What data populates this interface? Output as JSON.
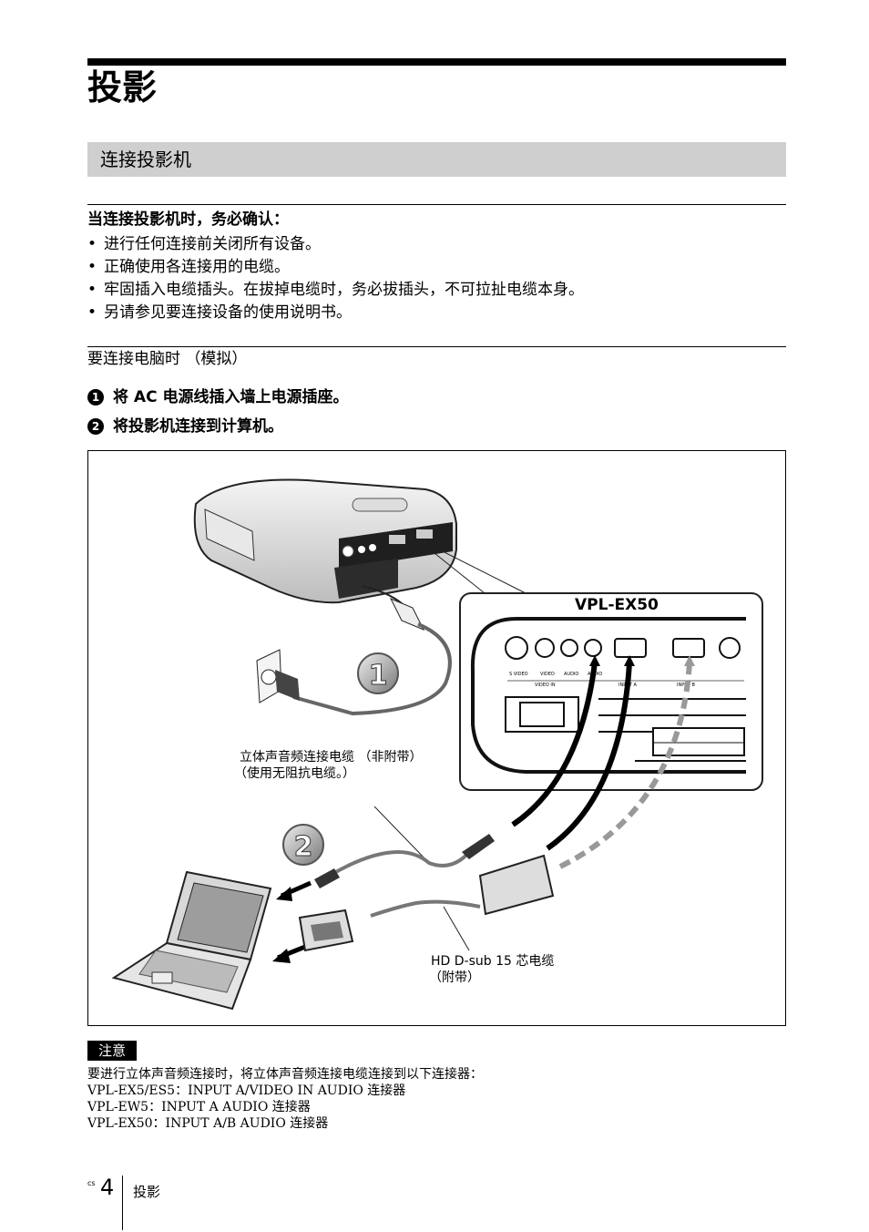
{
  "chapter": {
    "title": "投影"
  },
  "section": {
    "title": "连接投影机"
  },
  "intro": {
    "heading": "当连接投影机时，务必确认：",
    "bullets": [
      "进行任何连接前关闭所有设备。",
      "正确使用各连接用的电缆。",
      "牢固插入电缆插头。在拔掉电缆时，务必拔插头，不可拉扯电缆本身。",
      "另请参见要连接设备的使用说明书。"
    ]
  },
  "subsection": {
    "heading": "要连接电脑时 （模拟）",
    "steps": [
      {
        "num": "1",
        "text": "将 AC 电源线插入墙上电源插座。"
      },
      {
        "num": "2",
        "text": "将投影机连接到计算机。"
      }
    ]
  },
  "figure": {
    "model": "VPL-EX50",
    "callout_1": "1",
    "callout_2": "2",
    "audio_cable_line1": "立体声音频连接电缆 （非附带）",
    "audio_cable_line2": "（使用无阻抗电缆。）",
    "vga_cable_line1": "HD D-sub 15 芯电缆",
    "vga_cable_line2": "（附带）",
    "port_labels": [
      "S VIDEO",
      "VIDEO",
      "AUDIO",
      "AUDIO",
      "VIDEO IN",
      "INPUT A",
      "INPUT B"
    ]
  },
  "note": {
    "badge": "注意",
    "lines": [
      "要进行立体声音频连接时，将立体声音频连接电缆连接到以下连接器：",
      "VPL-EX5/ES5：INPUT A/VIDEO IN AUDIO 连接器",
      "VPL-EW5：INPUT A AUDIO 连接器",
      "VPL-EX50：INPUT A/B AUDIO 连接器"
    ]
  },
  "footer": {
    "lang": "cs",
    "page": "4",
    "label": "投影"
  }
}
